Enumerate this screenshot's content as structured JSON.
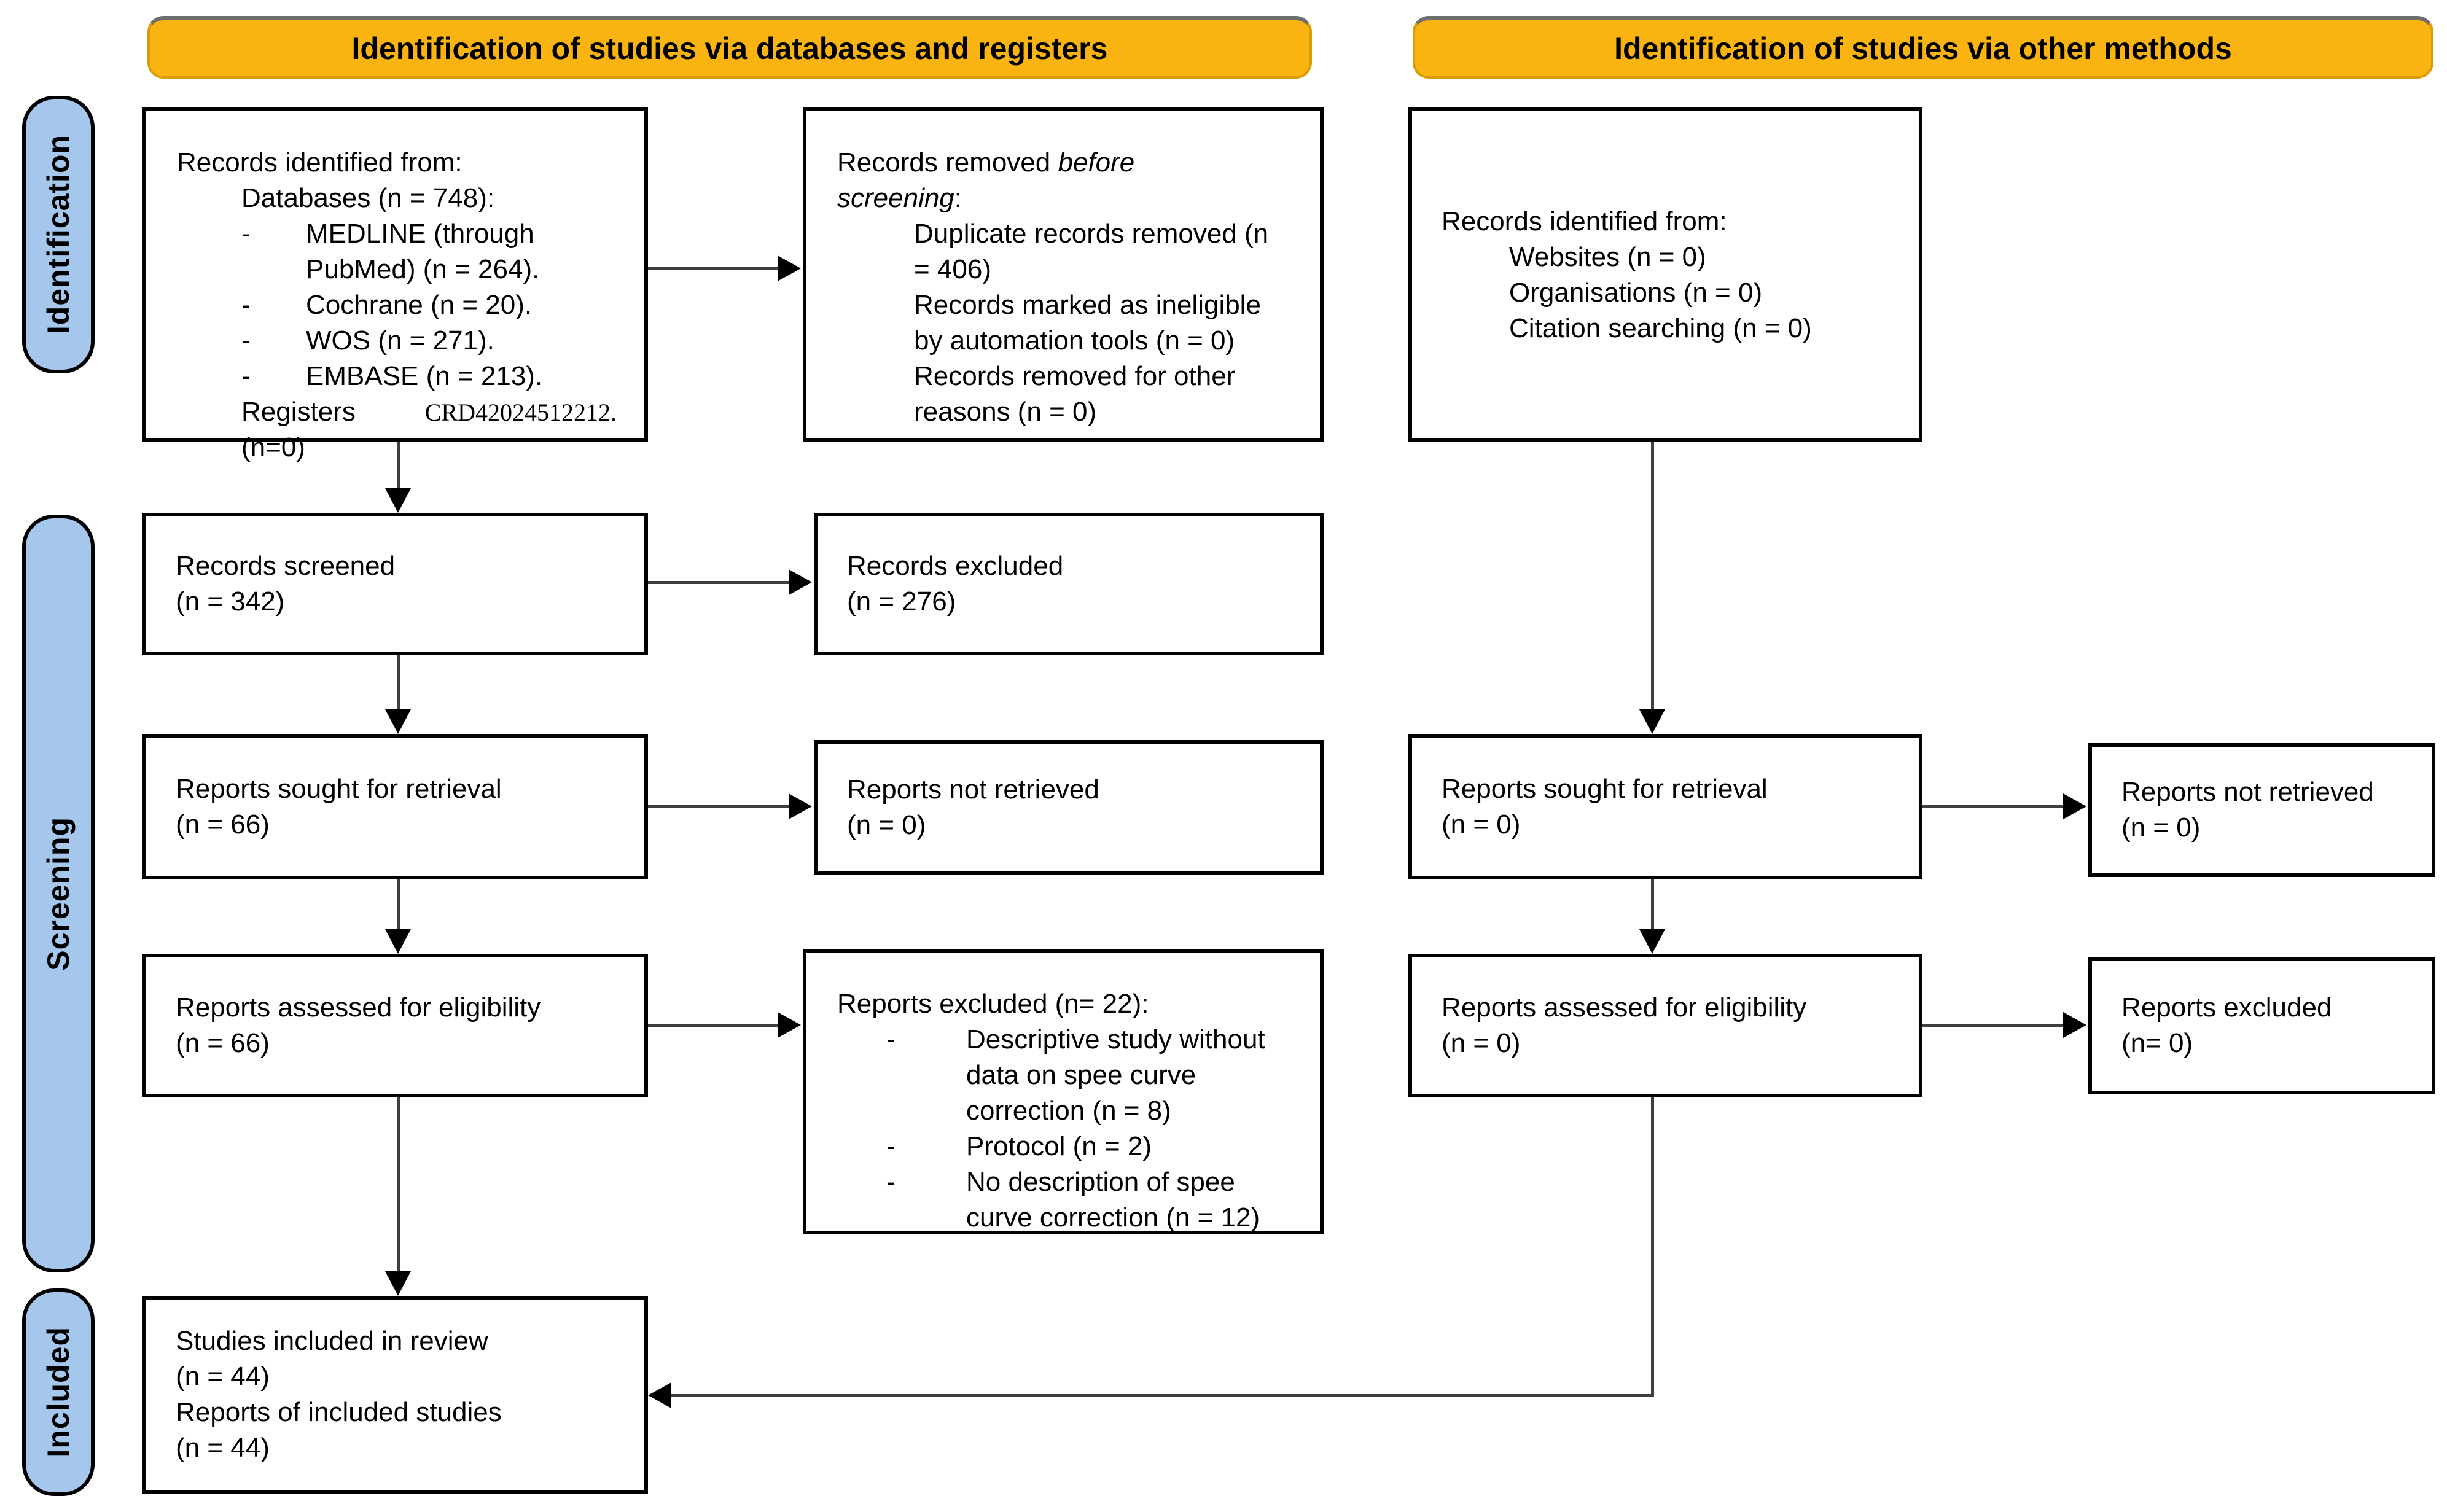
{
  "banners": {
    "databases": "Identification of studies via databases and registers",
    "other": "Identification of studies via other methods"
  },
  "sidebar": {
    "identification": "Identification",
    "screening": "Screening",
    "included": "Included"
  },
  "bullet_char": "-",
  "colors": {
    "banner": "#F9B411",
    "sidebar": "#A5C7EB",
    "box_border": "#000000",
    "arrow": "#3f3f3f"
  },
  "boxes": {
    "db_identified": {
      "line1": "Records identified from:",
      "line2": "Databases (n = 748):",
      "bullets": [
        "MEDLINE (through PubMed) (n = 264).",
        "Cochrane (n = 20).",
        "WOS (n = 271).",
        "EMBASE (n = 213)."
      ],
      "registers": "Registers (n=0)",
      "registry_id": "CRD42024512212."
    },
    "removed": {
      "title_prefix": "Records removed ",
      "title_italic": "before screening",
      "title_colon": ":",
      "items": [
        "Duplicate records removed (n = 406)",
        "Records marked as ineligible by automation tools (n = 0)",
        "Records removed for other reasons (n = 0)"
      ]
    },
    "other_identified": {
      "line1": "Records identified from:",
      "items": [
        "Websites (n = 0)",
        "Organisations (n = 0)",
        "Citation searching (n = 0)"
      ]
    },
    "screened": {
      "line1": "Records screened",
      "line2": "(n = 342)"
    },
    "excluded": {
      "line1": "Records excluded",
      "line2": "(n = 276)"
    },
    "sought_db": {
      "line1": "Reports sought for retrieval",
      "line2": "(n = 66)"
    },
    "not_retrieved_db": {
      "line1": "Reports not retrieved",
      "line2": "(n = 0)"
    },
    "assessed_db": {
      "line1": "Reports assessed for eligibility",
      "line2": "(n = 66)"
    },
    "reports_excluded_db": {
      "title": "Reports excluded (n= 22):",
      "bullets": [
        "Descriptive study without data on spee curve correction (n = 8)",
        "Protocol (n = 2)",
        "No description of spee curve correction (n = 12)"
      ]
    },
    "sought_other": {
      "line1": "Reports sought for retrieval",
      "line2": "(n = 0)"
    },
    "not_retrieved_other": {
      "line1": "Reports not retrieved",
      "line2": "(n = 0)"
    },
    "assessed_other": {
      "line1": "Reports assessed for eligibility",
      "line2": "(n = 0)"
    },
    "reports_excluded_other": {
      "line1": "Reports excluded",
      "line2": "(n= 0)"
    },
    "included": {
      "line1": "Studies included in review",
      "line2": "(n = 44)",
      "line3": "Reports of included studies",
      "line4": "(n = 44)"
    }
  }
}
